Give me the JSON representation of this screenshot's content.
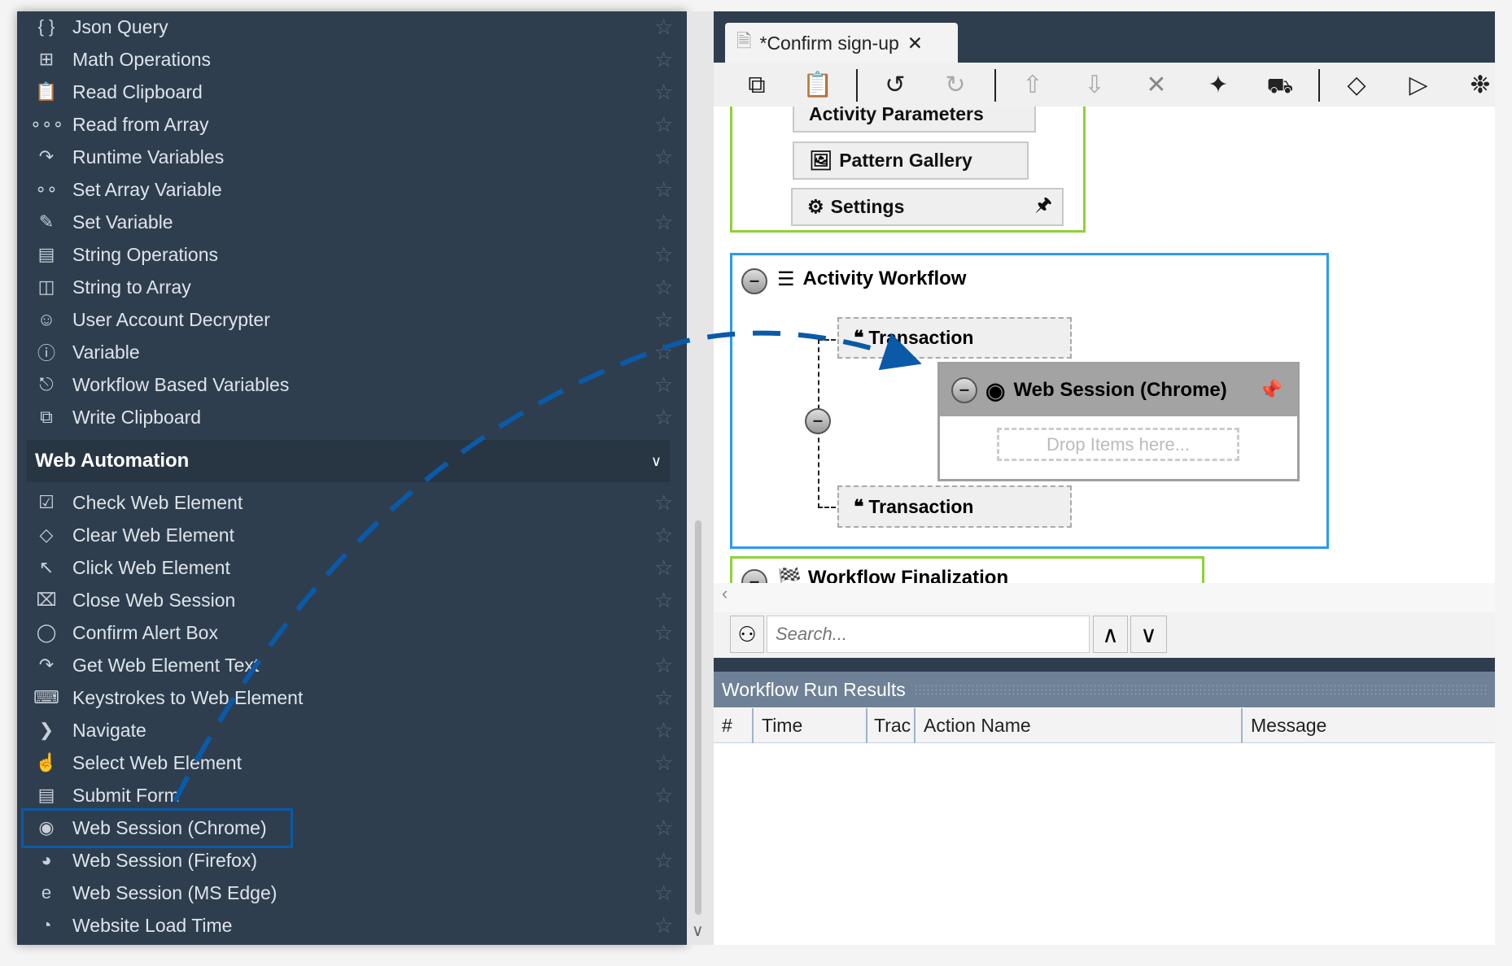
{
  "toolbox": {
    "items_top": [
      {
        "label": "Json Query",
        "icon": "braces-icon"
      },
      {
        "label": "Math Operations",
        "icon": "calculator-icon"
      },
      {
        "label": "Read Clipboard",
        "icon": "clipboard-icon"
      },
      {
        "label": "Read from Array",
        "icon": "array-dots-icon"
      },
      {
        "label": "Runtime Variables",
        "icon": "share-icon"
      },
      {
        "label": "Set Array Variable",
        "icon": "set-array-icon"
      },
      {
        "label": "Set Variable",
        "icon": "pencil-icon"
      },
      {
        "label": "String Operations",
        "icon": "text-doc-icon"
      },
      {
        "label": "String to Array",
        "icon": "split-doc-icon"
      },
      {
        "label": "User Account Decrypter",
        "icon": "user-lock-icon"
      },
      {
        "label": "Variable",
        "icon": "info-icon"
      },
      {
        "label": "Workflow Based Variables",
        "icon": "flow-icon"
      },
      {
        "label": "Write Clipboard",
        "icon": "copy-icon"
      }
    ],
    "section": {
      "label": "Web Automation",
      "expanded": true
    },
    "items_web": [
      {
        "label": "Check Web Element",
        "icon": "checkbox-icon"
      },
      {
        "label": "Clear Web Element",
        "icon": "eraser-icon"
      },
      {
        "label": "Click Web Element",
        "icon": "cursor-icon"
      },
      {
        "label": "Close Web Session",
        "icon": "close-box-icon"
      },
      {
        "label": "Confirm Alert Box",
        "icon": "speech-bubble-icon"
      },
      {
        "label": "Get Web Element Text",
        "icon": "share-icon"
      },
      {
        "label": "Keystrokes to Web Element",
        "icon": "keyboard-icon"
      },
      {
        "label": "Navigate",
        "icon": "chevron-right-icon"
      },
      {
        "label": "Select Web Element",
        "icon": "hand-icon"
      },
      {
        "label": "Submit Form",
        "icon": "form-icon"
      },
      {
        "label": "Web Session (Chrome)",
        "icon": "chrome-icon",
        "highlighted": true
      },
      {
        "label": "Web Session (Firefox)",
        "icon": "firefox-icon"
      },
      {
        "label": "Web Session (MS Edge)",
        "icon": "edge-icon"
      },
      {
        "label": "Website Load Time",
        "icon": "gauge-icon"
      }
    ]
  },
  "tab": {
    "title": "*Confirm sign-up",
    "close": "✕"
  },
  "toolbar": [
    "copy",
    "paste",
    "undo",
    "redo",
    "move-up",
    "move-down",
    "delete",
    "magic-wand",
    "truck",
    "breakpoint",
    "run",
    "debug"
  ],
  "canvas": {
    "activity_parameters": "Activity Parameters",
    "pattern_gallery": "Pattern Gallery",
    "settings": "Settings",
    "activity_workflow": "Activity Workflow",
    "transaction1": "Transaction",
    "transaction2": "Transaction",
    "web_session": "Web Session (Chrome)",
    "drop_hint": "Drop Items here...",
    "workflow_finalization": "Workflow Finalization"
  },
  "search": {
    "placeholder": "Search..."
  },
  "results": {
    "title": "Workflow Run Results",
    "columns": [
      "#",
      "Time",
      "Trac",
      "Action Name",
      "Message"
    ]
  },
  "colors": {
    "sidebar": "#2e3e4f",
    "accent_blue": "#2b9af3",
    "accent_green": "#8fd137",
    "arrow": "#0a5aa8"
  }
}
